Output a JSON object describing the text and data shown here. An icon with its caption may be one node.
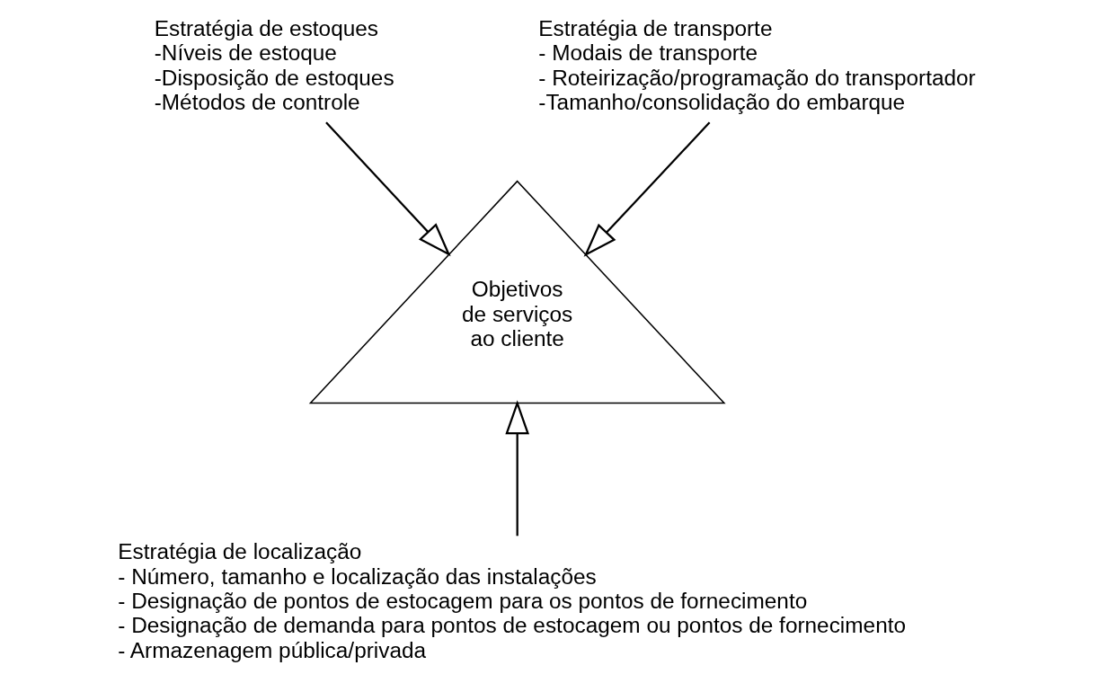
{
  "diagram": {
    "nodes": [
      {
        "text": [
          "Estratégia de estoques",
          "-Níveis de estoque",
          "-Disposição de estoques",
          "-Métodos de controle"
        ]
      },
      {
        "text": [
          "Estratégia de transporte",
          "- Modais de transporte",
          "- Roteirização/programação do transportador",
          "-Tamanho/consolidação do embarque"
        ]
      },
      {
        "text": [
          "Objetivos de serviços ao cliente"
        ]
      },
      {
        "text": [
          "Estratégia de localização",
          "- Número, tamanho e localização das instalações",
          "- Designação de pontos de estocagem para os pontos de fornecimento",
          "- Designação de demanda para pontos de estocagem ou pontos de fornecimento",
          "- Armazenagem pública/privada"
        ]
      }
    ],
    "edges": [
      {
        "from": 0,
        "to": 2,
        "arrow": "to"
      },
      {
        "from": 1,
        "to": 2,
        "arrow": "to"
      },
      {
        "from": 3,
        "to": 2,
        "arrow": "to"
      }
    ]
  }
}
